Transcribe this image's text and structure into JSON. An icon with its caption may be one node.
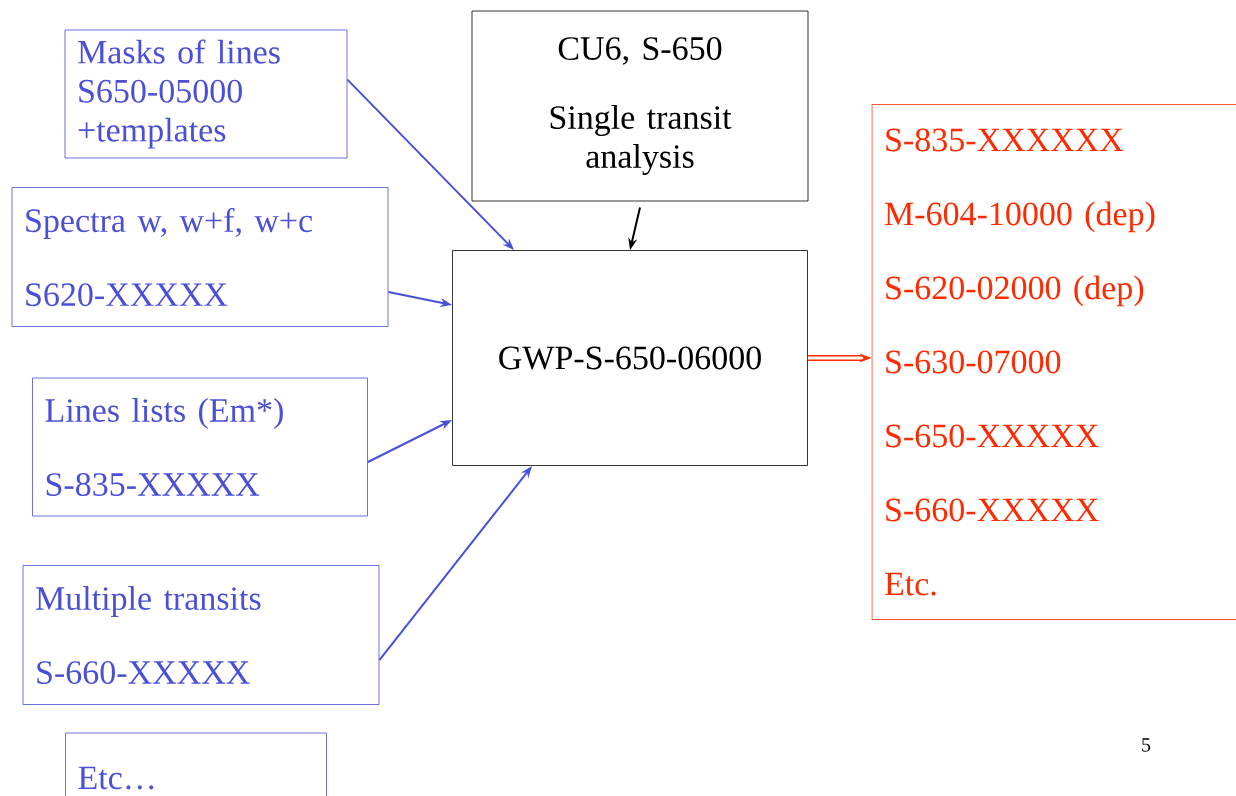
{
  "diagram": {
    "nodes": [
      {
        "text": [
          "Masks of lines S650-05000 +templates"
        ]
      },
      {
        "text": [
          "Spectra w, w+f, w+c",
          "S620-XXXXX"
        ]
      },
      {
        "text": [
          "Lines lists (Em*)",
          "S-835-XXXXX"
        ]
      },
      {
        "text": [
          "Multiple transits",
          "S-660-XXXXX"
        ]
      },
      {
        "text": [
          "Etc…"
        ]
      },
      {
        "text": [
          "CU6, S-650",
          "Single transit analysis"
        ]
      },
      {
        "text": [
          "GWP-S-650-06000"
        ]
      },
      {
        "text": [
          "S-835-XXXXXX",
          "M-604-10000 (dep)",
          "S-620-02000 (dep)",
          "S-630-07000",
          "S-650-XXXXX",
          "S-660-XXXXX",
          "Etc."
        ]
      }
    ],
    "edges": [
      {
        "from": 0,
        "to": 6,
        "arrow": "to"
      },
      {
        "from": 1,
        "to": 6,
        "arrow": "to"
      },
      {
        "from": 2,
        "to": 6,
        "arrow": "to"
      },
      {
        "from": 3,
        "to": 6,
        "arrow": "to"
      },
      {
        "from": 5,
        "to": 6,
        "arrow": "to",
        "color": "#000000"
      },
      {
        "from": 6,
        "to": 7,
        "arrow": "to",
        "style": "thick",
        "color": "#ff2a00"
      }
    ],
    "labels": [
      "5"
    ]
  }
}
